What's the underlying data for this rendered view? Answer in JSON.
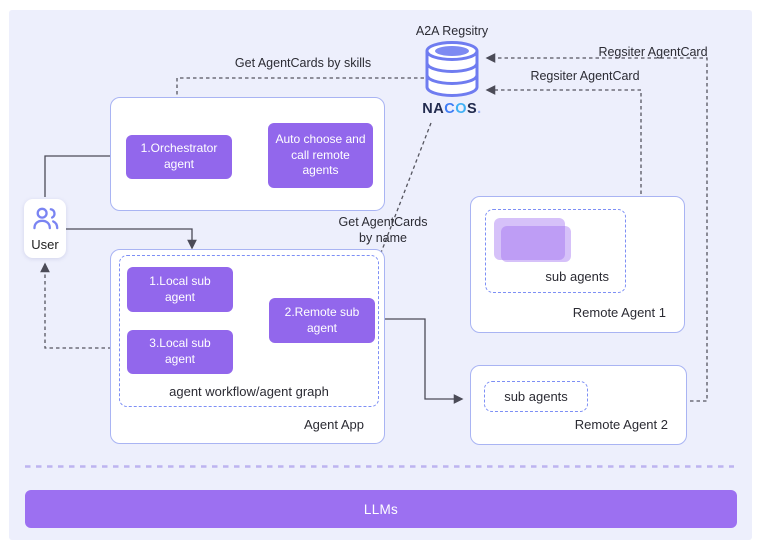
{
  "colors": {
    "accent": "#9267ec",
    "canvas": "#edeffc",
    "border": "#a9b4f3",
    "dash-border": "#7d8ff5",
    "llms": "#9c70f1",
    "line": "#4b4b57",
    "db-stroke": "#6f7cf0",
    "db-fill": "#7d8af2"
  },
  "registry": {
    "title": "A2A Regsitry",
    "icon": "database-icon",
    "logo_na": "NA",
    "logo_c": "C",
    "logo_o": "O",
    "logo_s": "S",
    "logo_dot": "."
  },
  "labels": {
    "get_by_skills": "Get AgentCards by skills",
    "register_top": "Regsiter AgentCard",
    "register_mid": "Regsiter AgentCard",
    "get_by_name_line1": "Get AgentCards",
    "get_by_name_line2": "by name"
  },
  "user": {
    "label": "User",
    "icon": "users-icon"
  },
  "orchestrator_panel": {
    "orchestrator_agent": "1.Orchestrator agent",
    "auto_choose": "Auto choose and call remote agents"
  },
  "agent_app": {
    "title": "Agent App",
    "workflow_label": "agent workflow/agent graph",
    "local_sub_1": "1.Local sub agent",
    "remote_sub_2": "2.Remote sub agent",
    "local_sub_3": "3.Local sub agent"
  },
  "remote_agent_1": {
    "title": "Remote Agent 1",
    "sub_agents_label": "sub agents"
  },
  "remote_agent_2": {
    "title": "Remote Agent 2",
    "sub_agents_label": "sub agents"
  },
  "llms": {
    "label": "LLMs"
  }
}
